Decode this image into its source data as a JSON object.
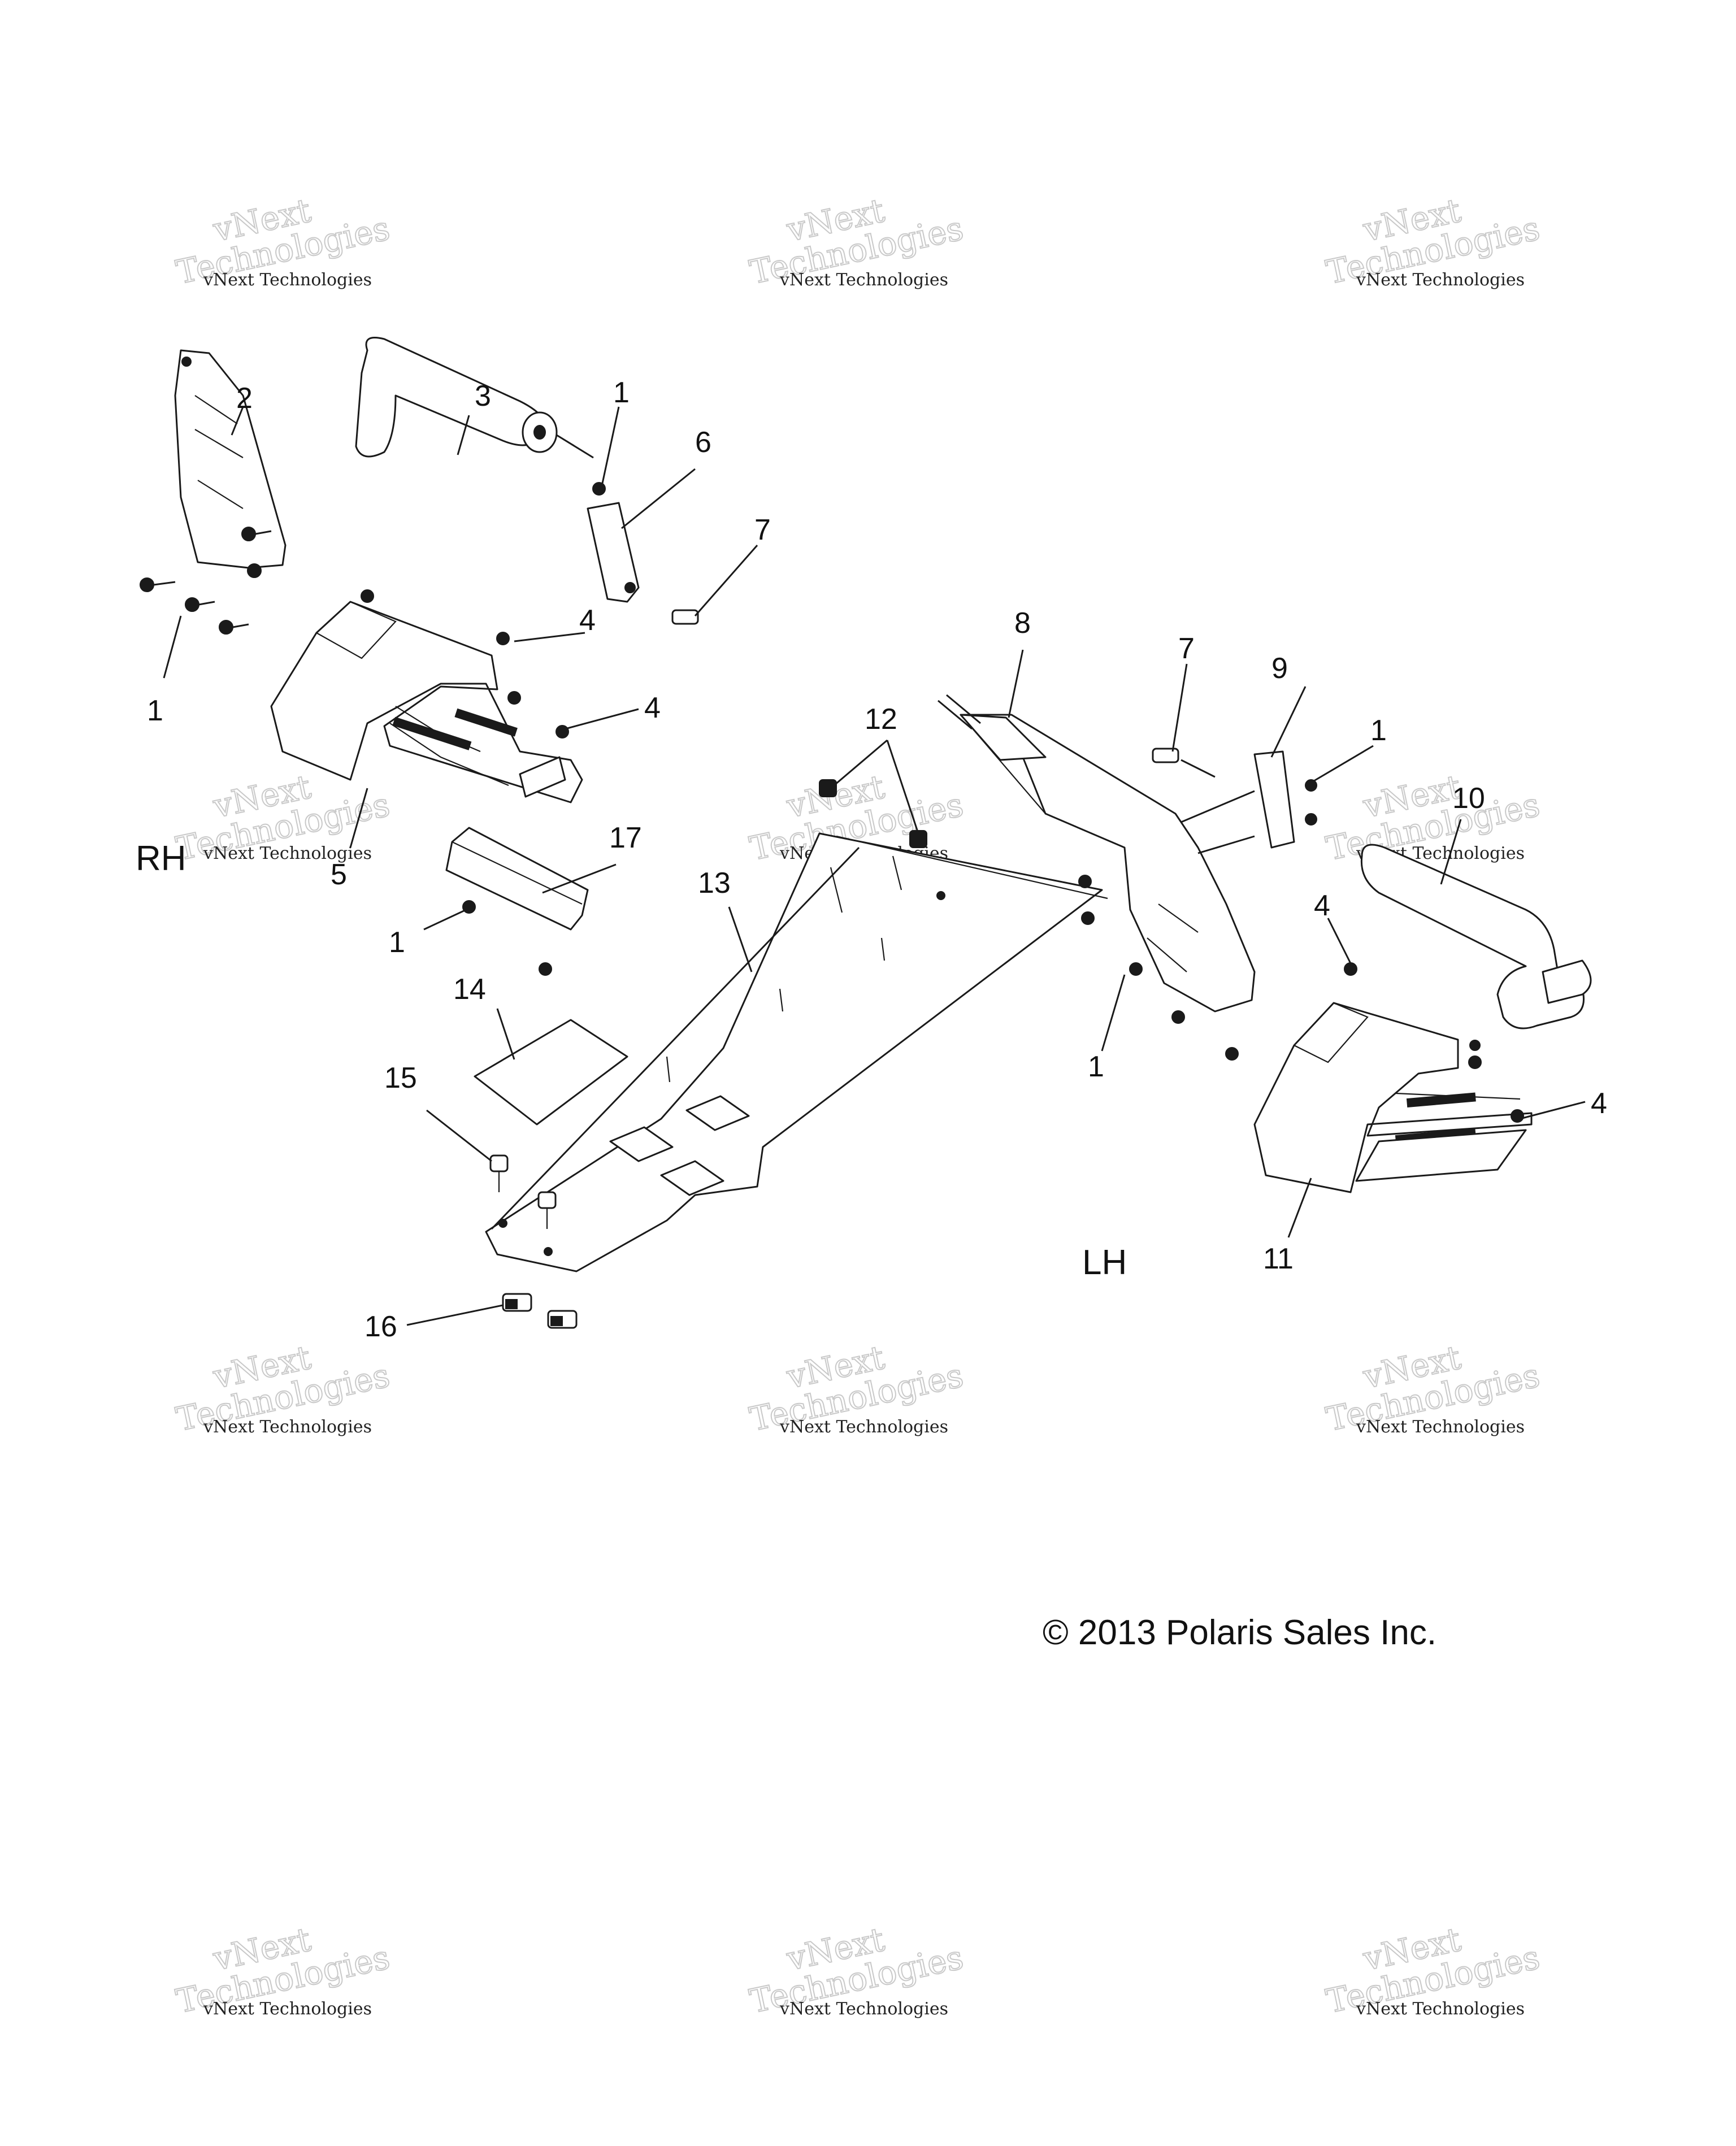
{
  "diagram": {
    "side_labels": {
      "rh": "RH",
      "lh": "LH"
    },
    "copyright": "© 2013 Polaris Sales Inc.",
    "watermark": {
      "line1": "vNext Technologies",
      "big1": "vNext",
      "big2": "Technologies"
    },
    "callouts": [
      "1",
      "2",
      "3",
      "4",
      "5",
      "6",
      "7",
      "8",
      "9",
      "10",
      "11",
      "12",
      "13",
      "14",
      "15",
      "16",
      "17"
    ],
    "colors": {
      "ink": "#1a1a1a",
      "watermark": "#c9c9c9",
      "background": "#ffffff"
    }
  }
}
